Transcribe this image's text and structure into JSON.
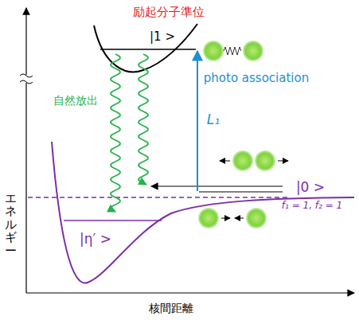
{
  "diagram": {
    "labels": [
      "励起分子準位",
      "|1 >",
      "自然放出",
      "photo association",
      "L₁",
      "|0 >",
      "f₁ = 1, f₂ = 1",
      "|η′ >",
      "エネルギー",
      "核間距離"
    ]
  }
}
